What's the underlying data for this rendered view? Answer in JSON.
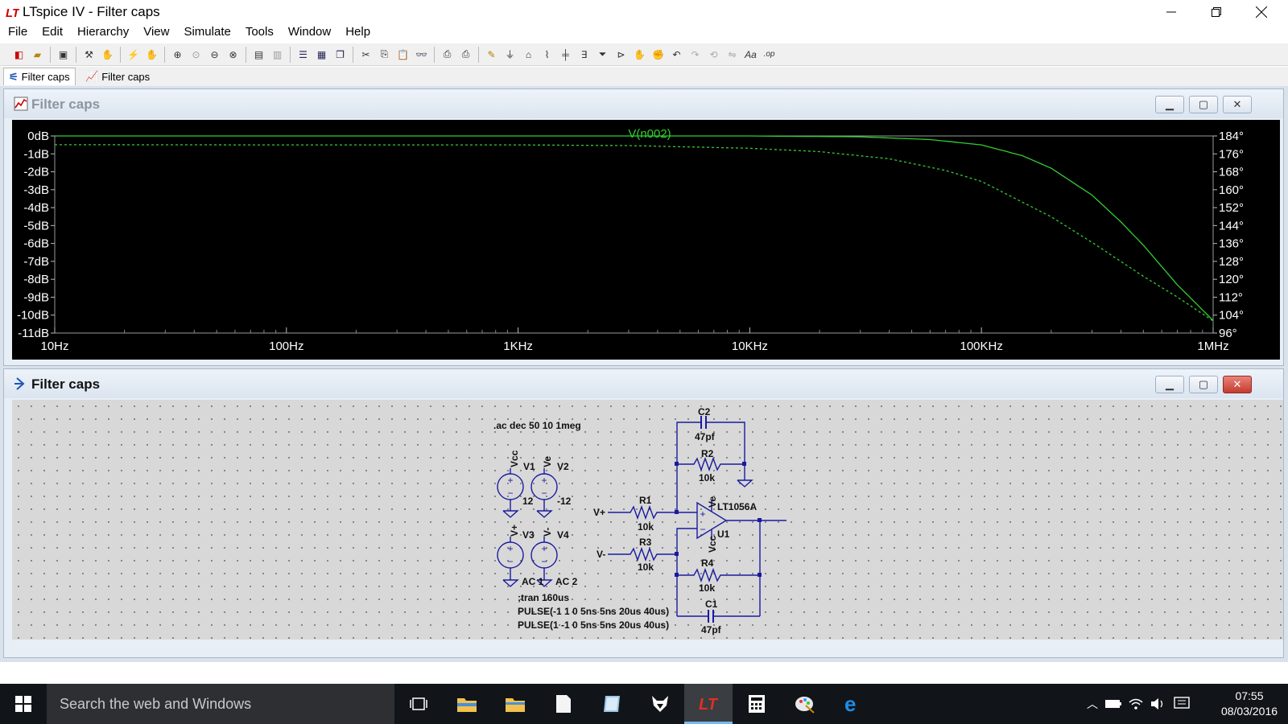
{
  "window": {
    "title": "LTspice IV - Filter caps"
  },
  "menu": {
    "items": [
      "File",
      "Edit",
      "Hierarchy",
      "View",
      "Simulate",
      "Tools",
      "Window",
      "Help"
    ]
  },
  "tabs": [
    {
      "label": "Filter caps",
      "icon": "schematic-icon"
    },
    {
      "label": "Filter caps",
      "icon": "waveform-icon"
    }
  ],
  "plot_window": {
    "title": "Filter caps",
    "trace_label": "V(n002)",
    "colors": {
      "trace": "#33cc33",
      "grid_text": "#ffffff",
      "background": "#000000"
    }
  },
  "chart_data": {
    "type": "line",
    "title": "",
    "trace_label": "V(n002)",
    "xscale": "log",
    "x_ticks": [
      "10Hz",
      "100Hz",
      "1KHz",
      "10KHz",
      "100KHz",
      "1MHz"
    ],
    "xlim": [
      10,
      1000000
    ],
    "y_left_ticks": [
      "0dB",
      "-1dB",
      "-2dB",
      "-3dB",
      "-4dB",
      "-5dB",
      "-6dB",
      "-7dB",
      "-8dB",
      "-9dB",
      "-10dB",
      "-11dB"
    ],
    "y_left_range": [
      -11,
      0
    ],
    "y_right_ticks": [
      "184°",
      "176°",
      "168°",
      "160°",
      "152°",
      "144°",
      "136°",
      "128°",
      "120°",
      "112°",
      "104°",
      "96°"
    ],
    "y_right_range": [
      96,
      184
    ],
    "series": [
      {
        "name": "V(n002)",
        "style": "solid",
        "axis": "left",
        "x": [
          10,
          1000,
          10000,
          30000,
          60000,
          100000,
          150000,
          200000,
          300000,
          400000,
          500000,
          700000,
          1000000
        ],
        "y": [
          0,
          0,
          0,
          -0.05,
          -0.2,
          -0.5,
          -1.1,
          -1.8,
          -3.3,
          -4.8,
          -6.1,
          -8.3,
          -10.3
        ]
      },
      {
        "name": "V(n002)",
        "style": "dashed",
        "axis": "right",
        "x": [
          10,
          100,
          1000,
          3000,
          10000,
          20000,
          40000,
          70000,
          100000,
          200000,
          300000,
          500000,
          700000,
          1000000
        ],
        "y": [
          180.1,
          180.0,
          180.0,
          179.7,
          178.5,
          177.0,
          173.8,
          168.6,
          163.7,
          147.9,
          136.5,
          121.3,
          112.1,
          101.4
        ]
      }
    ]
  },
  "schematic_window": {
    "title": "Filter caps"
  },
  "schematic": {
    "directive_ac": ".ac dec 50 10 1meg",
    "directive_tran": ";tran 160us",
    "pulse1": "PULSE(-1 1 0 5ns 5ns 20us 40us)",
    "pulse2": "PULSE(1 -1 0 5ns 5ns 20us 40us)",
    "v1": {
      "name": "V1",
      "net": "Vcc",
      "value": "12"
    },
    "v2": {
      "name": "V2",
      "net": "Ve",
      "value": "-12"
    },
    "v3": {
      "name": "V3",
      "net": "V+",
      "value": "AC 1"
    },
    "v4": {
      "name": "V4",
      "net": "V-",
      "value": "AC 2"
    },
    "c1": {
      "name": "C1",
      "value": "47pf"
    },
    "c2": {
      "name": "C2",
      "value": "47pf"
    },
    "r1": {
      "name": "R1",
      "value": "10k"
    },
    "r2": {
      "name": "R2",
      "value": "10k"
    },
    "r3": {
      "name": "R3",
      "value": "10k"
    },
    "r4": {
      "name": "R4",
      "value": "10k"
    },
    "u1": {
      "name": "U1",
      "model": "LT1056A",
      "supply_pos": "Vcc",
      "supply_neg": "Ve"
    },
    "net_vplus": "V+",
    "net_vminus": "V-"
  },
  "taskbar": {
    "search_placeholder": "Search the web and Windows",
    "time": "07:55",
    "date": "08/03/2016",
    "apps": [
      "task-view-icon",
      "file-explorer-icon",
      "folder-icon",
      "document-icon",
      "notepad-icon",
      "fox-app-icon",
      "ltspice-icon",
      "calculator-icon",
      "paint-icon",
      "edge-icon"
    ]
  }
}
